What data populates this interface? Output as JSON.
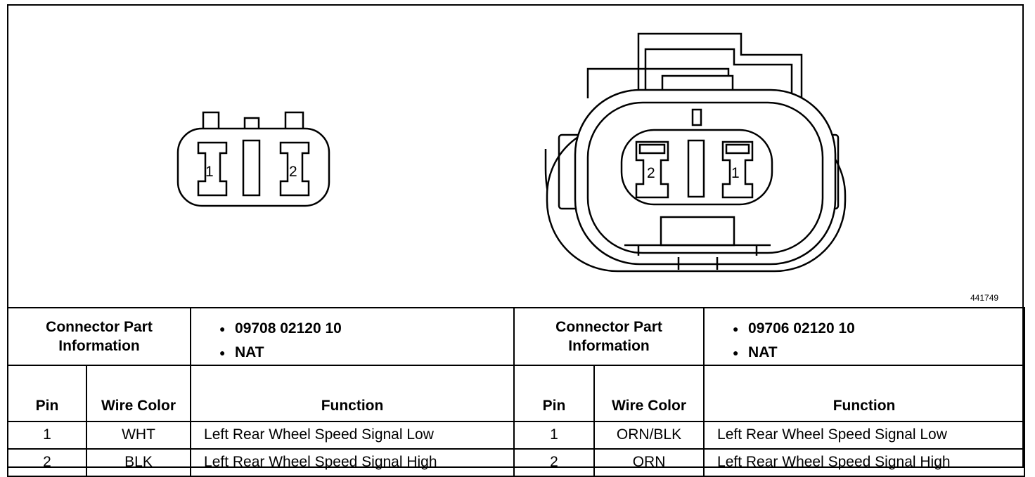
{
  "figure_id": "441749",
  "connectors": [
    {
      "part_info_label": "Connector Part Information",
      "part_numbers": [
        "09708 02120 10",
        "NAT"
      ],
      "pin_label": "Pin",
      "wire_color_label": "Wire Color",
      "function_label": "Function",
      "pins": [
        {
          "pin": "1",
          "wire_color": "WHT",
          "function": "Left Rear Wheel Speed Signal Low"
        },
        {
          "pin": "2",
          "wire_color": "BLK",
          "function": "Left Rear Wheel Speed Signal High"
        }
      ],
      "diagram_pin_labels": [
        "1",
        "2"
      ]
    },
    {
      "part_info_label": "Connector Part Information",
      "part_numbers": [
        "09706 02120 10",
        "NAT"
      ],
      "pin_label": "Pin",
      "wire_color_label": "Wire Color",
      "function_label": "Function",
      "pins": [
        {
          "pin": "1",
          "wire_color": "ORN/BLK",
          "function": "Left Rear Wheel Speed Signal Low"
        },
        {
          "pin": "2",
          "wire_color": "ORN",
          "function": "Left Rear Wheel Speed Signal High"
        }
      ],
      "diagram_pin_labels": [
        "2",
        "1"
      ]
    }
  ]
}
